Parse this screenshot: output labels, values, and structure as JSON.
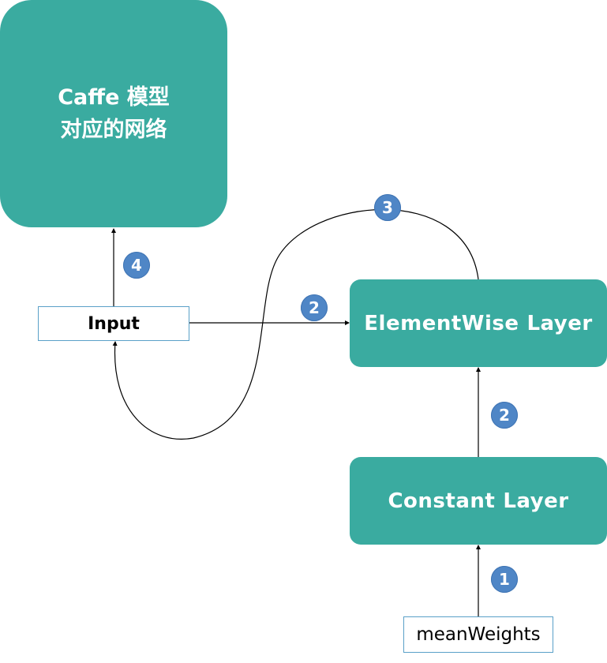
{
  "colors": {
    "teal": "#3aaba0",
    "badge": "#4f86c6",
    "line": "#000000"
  },
  "nodes": {
    "caffe_model": {
      "line1": "Caffe 模型",
      "line2": "对应的网络"
    },
    "elementwise_layer": {
      "word1": "ElementWise",
      "word2": "Layer"
    },
    "constant_layer": {
      "word1": "Constant",
      "word2": "Layer"
    },
    "input": {
      "label": "Input"
    },
    "mean_weights": {
      "label": "meanWeights"
    }
  },
  "steps": {
    "mean_weights_to_constant": "1",
    "input_to_elementwise": "2",
    "constant_to_elementwise": "2",
    "elementwise_back_to_input": "3",
    "input_to_caffe": "4"
  }
}
